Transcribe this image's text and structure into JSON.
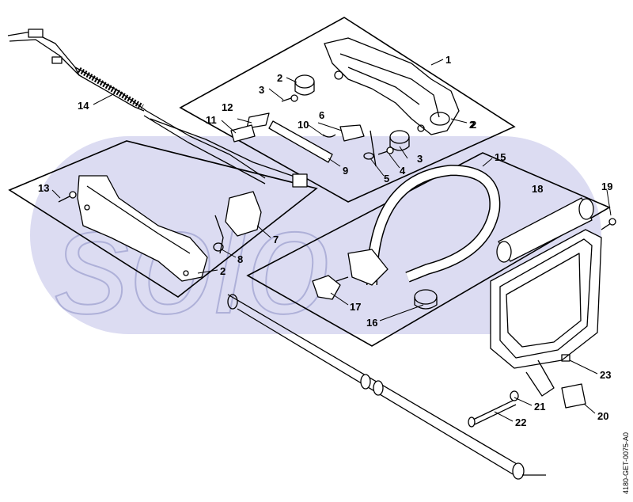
{
  "watermark": {
    "text": "solo",
    "color": "#d8d9f0"
  },
  "drawing_code": "4180-GET-0075-A0",
  "callouts": [
    "1",
    "2",
    "2",
    "3",
    "2",
    "12",
    "11",
    "6",
    "10",
    "3",
    "9",
    "5",
    "4",
    "14",
    "15",
    "13",
    "18",
    "19",
    "7",
    "8",
    "2",
    "17",
    "16",
    "23",
    "21",
    "20",
    "22"
  ]
}
